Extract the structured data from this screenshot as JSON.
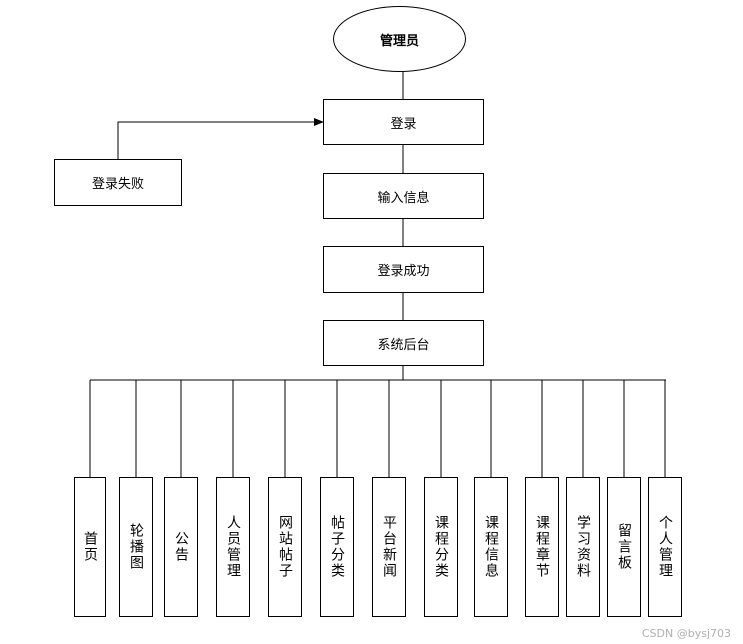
{
  "nodes": {
    "admin": "管理员",
    "login": "登录",
    "login_fail": "登录失败",
    "input_info": "输入信息",
    "login_success": "登录成功",
    "backend": "系统后台"
  },
  "modules": [
    "首页",
    "轮播图",
    "公告",
    "人员管理",
    "网站帖子",
    "帖子分类",
    "平台新闻",
    "课程分类",
    "课程信息",
    "课程章节",
    "学习资料",
    "留言板",
    "个人管理"
  ],
  "watermark": "CSDN @bysj703",
  "colors": {
    "line": "#000000",
    "box_fill": "#ffffff",
    "watermark": "#b0b0b0"
  }
}
